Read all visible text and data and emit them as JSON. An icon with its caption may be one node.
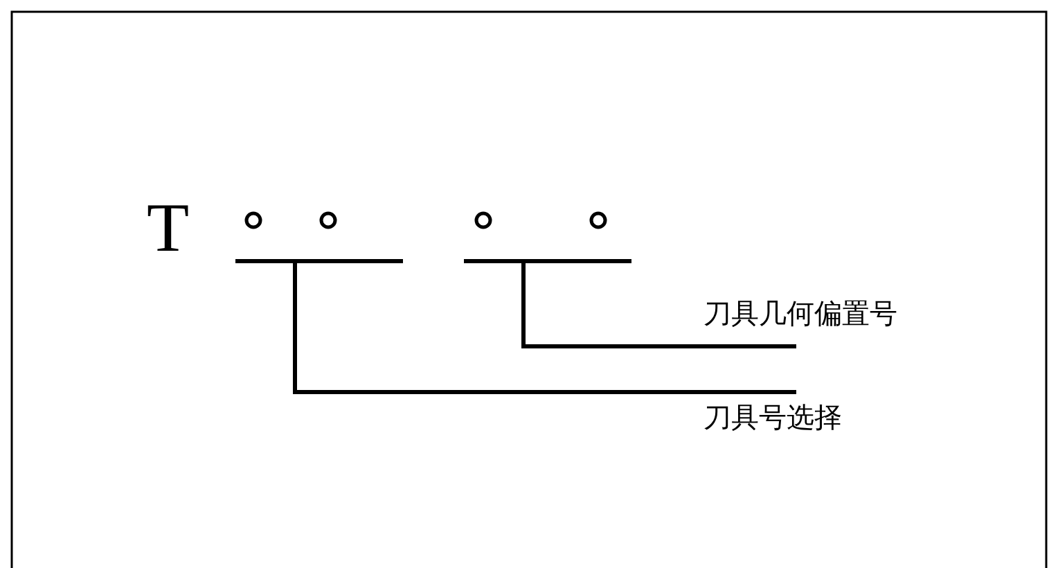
{
  "diagram": {
    "nodes": [
      {
        "text": [],
        "shape": "bar"
      },
      {
        "text": [],
        "shape": "bar"
      },
      {
        "text": [
          "刀具几何偏置号"
        ]
      },
      {
        "text": [
          "刀具号选择"
        ]
      }
    ],
    "edges": [
      {
        "from": 2,
        "to": 1,
        "arrow": "none"
      },
      {
        "from": 3,
        "to": 0,
        "arrow": "none"
      }
    ],
    "labels": [
      "T"
    ]
  }
}
